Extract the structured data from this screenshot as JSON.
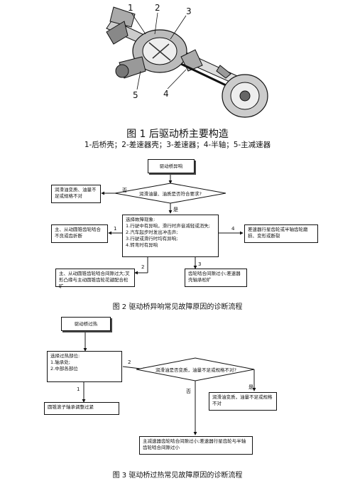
{
  "figure1": {
    "part_numbers": [
      "1",
      "2",
      "3",
      "4",
      "5"
    ],
    "caption": "图 1   后驱动桥主要构造",
    "legend": "1-后桥壳；2-差速器壳；3-差速器；4-半轴；5-主减速器"
  },
  "figure2": {
    "start": "驱动桥异响",
    "decision": "润滑油量、油质是否符合要求?",
    "no_label": "否",
    "yes_label": "是",
    "no_result": "润滑油变质、油量不足或规格不对",
    "select_title": "选择故障现象:",
    "select_lines": [
      "1.行驶中有异响，滑行时声音减轻或消失;",
      "2.汽车起步时发出冲击声;",
      "3.行驶或滑行时均有异响;",
      "4.转弯时有异响"
    ],
    "branch_labels": [
      "1",
      "2",
      "3",
      "4"
    ],
    "result1": "主、从动圆锥齿轮啮合不良或齿折断",
    "result2": "主、从动圆锥齿轮啮合间隙过大;叉形凸缘与主动圆锥齿轮花键配合松旷",
    "result3": "齿轮啮合间隙过小;差速器壳轴承松旷",
    "result4": "差速器行星齿轮或半轴齿轮磨损、变形或断裂",
    "caption": "图 2   驱动桥异响常见故障原因的诊断流程"
  },
  "figure3": {
    "start": "驱动桥过热",
    "select_title": "选择过热部位:",
    "select_lines": [
      "1.轴承处;",
      "2.中部各部位"
    ],
    "branch_labels": [
      "1",
      "2"
    ],
    "result1": "圆锥滚子轴承调整过紧",
    "decision": "润滑油是否变质，油量不足或规格不对?",
    "yes_label": "是",
    "no_label": "否",
    "yes_result": "润滑油变质，油量不足或规格不对",
    "no_result": "主减速器齿轮啮合间隙过小;差速器行星齿轮与半轴齿轮啮合间隙过小",
    "caption": "图 3   驱动桥过热常见故障原因的诊断流程"
  }
}
